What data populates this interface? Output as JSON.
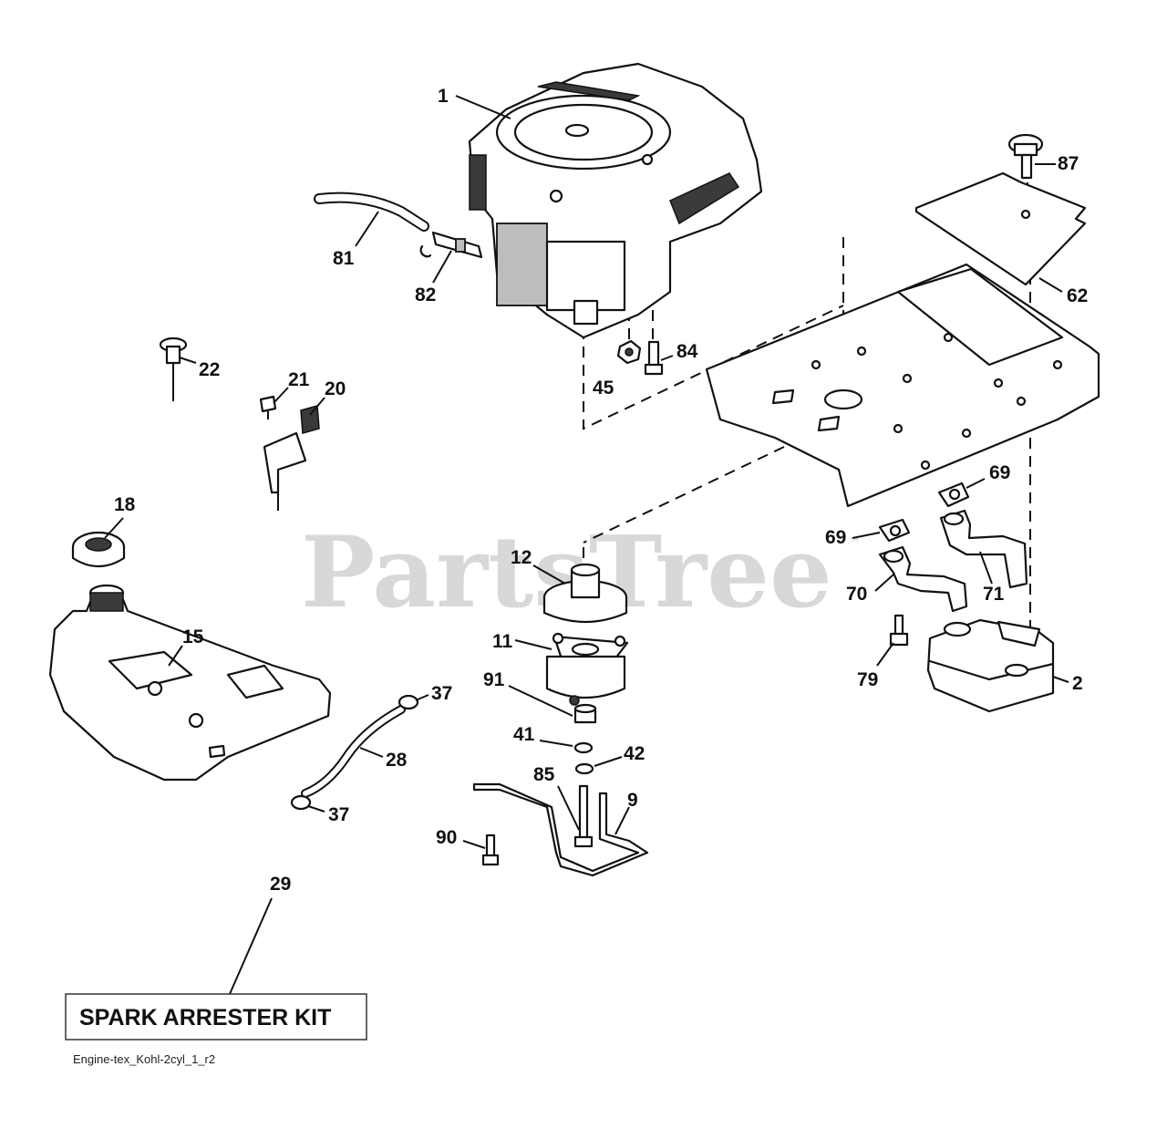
{
  "watermark": "PartsTree",
  "watermark_mark": "™",
  "kit_label": "SPARK ARRESTER KIT",
  "drawing_ref": "Engine-tex_Kohl-2cyl_1_r2",
  "callouts": {
    "c1": "1",
    "c2": "2",
    "c9": "9",
    "c11": "11",
    "c12": "12",
    "c15": "15",
    "c18": "18",
    "c20": "20",
    "c21": "21",
    "c22": "22",
    "c28": "28",
    "c29": "29",
    "c37a": "37",
    "c37b": "37",
    "c41": "41",
    "c42": "42",
    "c45": "45",
    "c62": "62",
    "c69a": "69",
    "c69b": "69",
    "c70": "70",
    "c71": "71",
    "c79": "79",
    "c81": "81",
    "c82": "82",
    "c84": "84",
    "c85": "85",
    "c87": "87",
    "c90": "90",
    "c91": "91"
  }
}
